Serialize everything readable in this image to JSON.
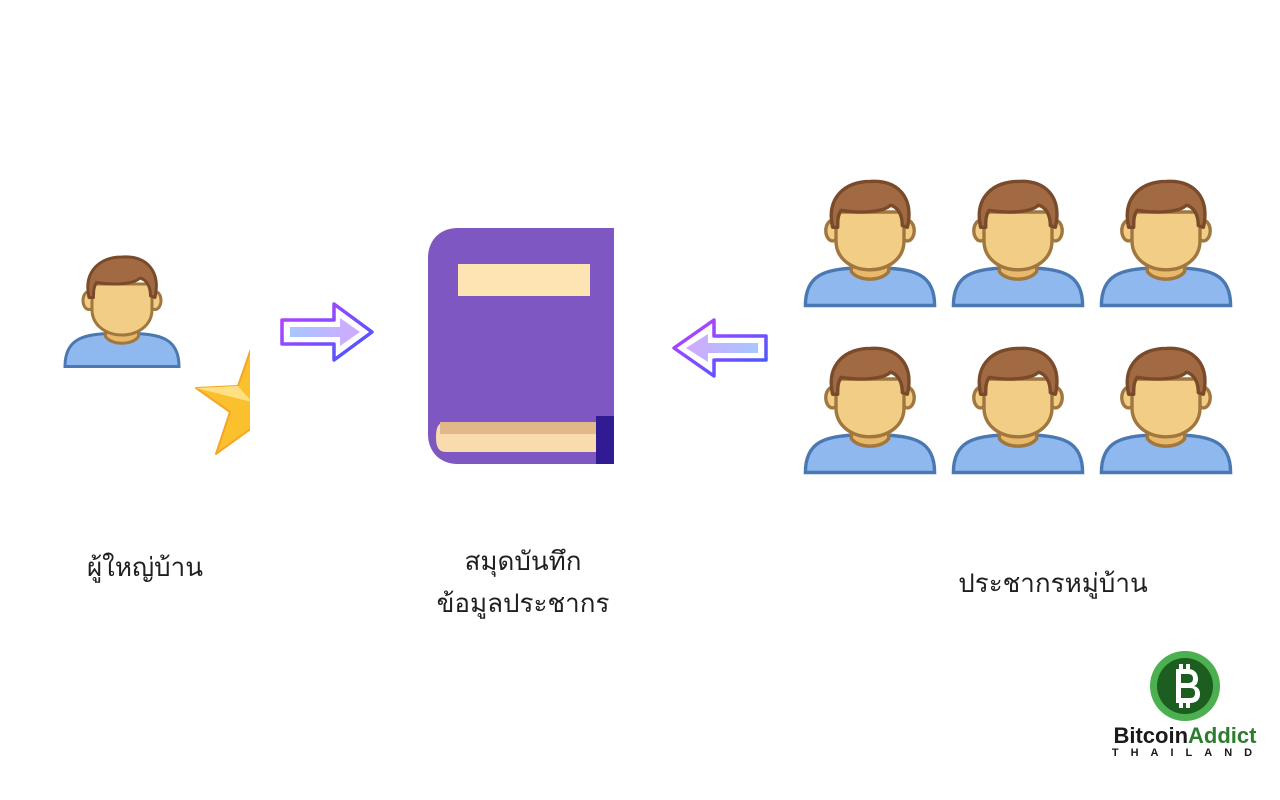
{
  "labels": {
    "headman": "ผู้ใหญ่บ้าน",
    "book_line1": "สมุดบันทึก",
    "book_line2": "ข้อมูลประชากร",
    "villagers": "ประชากรหมู่บ้าน"
  },
  "brand": {
    "word1": "Bitcoin",
    "word2": "Addict",
    "sub": "THAILAND"
  },
  "colors": {
    "skin": "#f2cd85",
    "skin_outline": "#a0773e",
    "hair": "#a26a43",
    "shirt": "#8fb8ee",
    "shirt_outline": "#4a78b3",
    "book": "#7e57c2",
    "book_spine": "#311b92",
    "star": "#fbc02d",
    "arrow_outline": "#7c4dff",
    "brand_green": "#2e7d2e"
  },
  "icons": [
    "person-icon",
    "star-icon",
    "book-icon",
    "arrow-right-icon",
    "arrow-left-icon",
    "bitcoin-logo-icon"
  ]
}
